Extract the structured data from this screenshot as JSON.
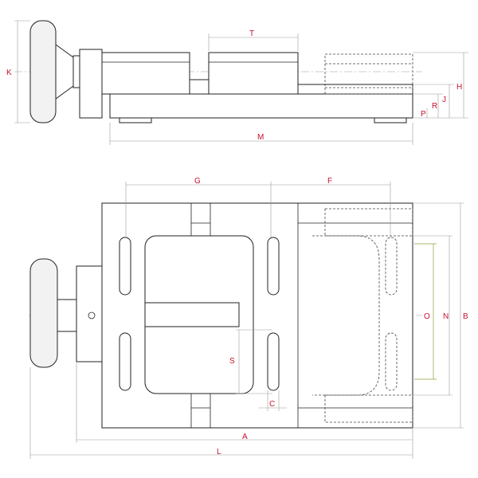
{
  "dimensions": {
    "T": "T",
    "K": "K",
    "H": "H",
    "J": "J",
    "R": "R",
    "P": "P",
    "M": "M",
    "G": "G",
    "F": "F",
    "B": "B",
    "N": "N",
    "O": "O",
    "S": "S",
    "C": "C",
    "A": "A",
    "L": "L"
  },
  "colors": {
    "label": "#c8102e",
    "outline": "#222222",
    "dimension_line": "#9a9a9a",
    "jaw_opening_line": "#8aa13a"
  }
}
